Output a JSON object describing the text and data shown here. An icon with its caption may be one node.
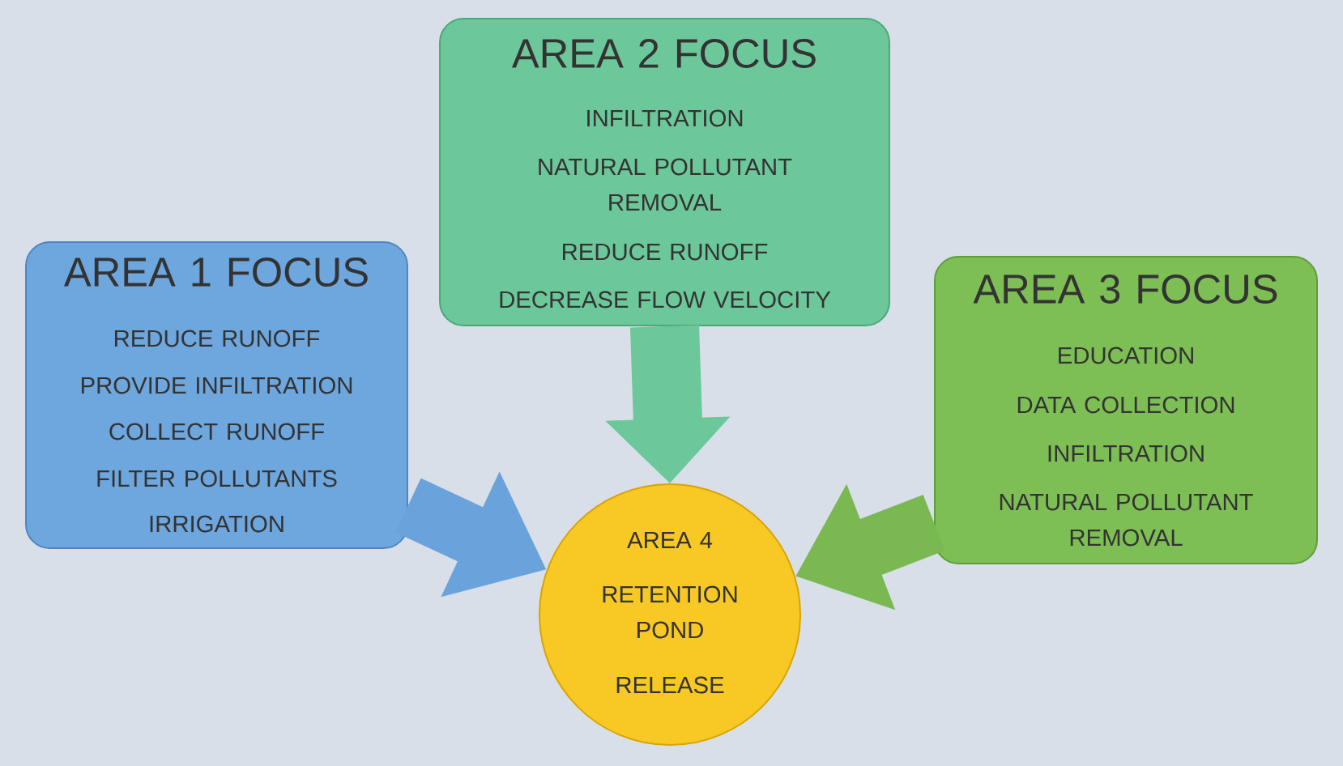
{
  "diagram": {
    "nodes": [
      {
        "text": [
          "AREA 1 FOCUS",
          "REDUCE RUNOFF",
          "PROVIDE INFILTRATION",
          "COLLECT RUNOFF",
          "FILTER POLLUTANTS",
          "IRRIGATION"
        ]
      },
      {
        "text": [
          "AREA 2 FOCUS",
          "INFILTRATION",
          "NATURAL POLLUTANT REMOVAL",
          "REDUCE RUNOFF",
          "DECREASE FLOW VELOCITY"
        ]
      },
      {
        "text": [
          "AREA 3 FOCUS",
          "EDUCATION",
          "DATA COLLECTION",
          "INFILTRATION",
          "NATURAL POLLUTANT REMOVAL"
        ]
      },
      {
        "text": [
          "AREA 4",
          "RETENTION POND",
          "RELEASE"
        ]
      }
    ],
    "edges": [
      {
        "from": 0,
        "to": 3,
        "arrow": "to",
        "color": "#6aa3dc"
      },
      {
        "from": 1,
        "to": 3,
        "arrow": "to",
        "color": "#6cc79a"
      },
      {
        "from": 2,
        "to": 3,
        "arrow": "to",
        "color": "#7ab852"
      }
    ]
  }
}
